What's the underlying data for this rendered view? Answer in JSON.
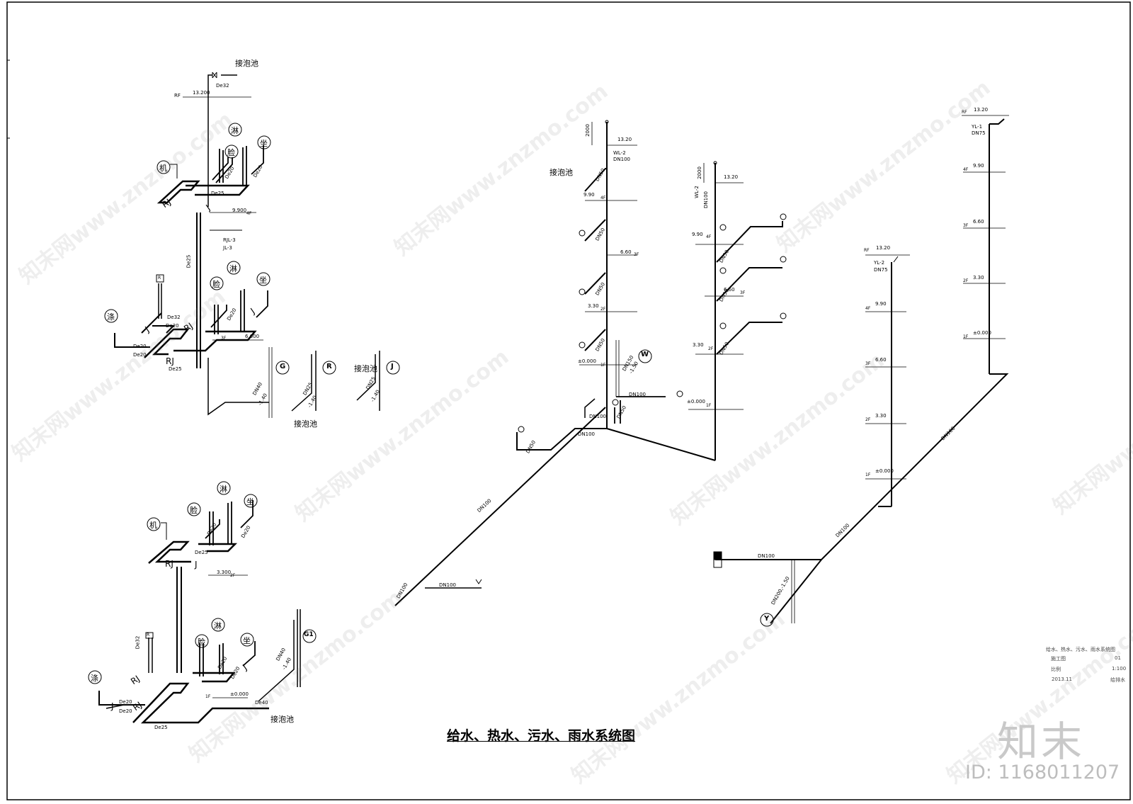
{
  "drawing": {
    "title": "给水、热水、污水、雨水系统图",
    "brand": "知末",
    "image_id": "ID: 1168011207",
    "watermark": "知末网www.znzmo.com"
  },
  "fixtures": {
    "shower": "淋",
    "basin": "脸",
    "toilet": "坐",
    "washer": "机",
    "sink": "涤",
    "rj": "RJ",
    "j": "J",
    "pool": "接泡池"
  },
  "left_system": {
    "top": {
      "level_rf": "RF",
      "elev_rf": "13.200",
      "pipe_de32": "De32",
      "pipe_de20a": "De20",
      "pipe_de20b": "De20",
      "pipe_de25": "De25",
      "elev_4f": "9.900",
      "floor_4f": "4F",
      "riser_rj": "RJL-3",
      "riser_jl": "JL-3"
    },
    "mid": {
      "pipe_de25": "De25",
      "pipe_de32": "De32",
      "pipe_de20a": "De20",
      "pipe_de20b": "De20",
      "pipe_de20c": "De20",
      "pipe_de20d": "De20",
      "pipe_de25b": "De25",
      "elev_3f": "6.600",
      "floor_3f": "3F",
      "pipe_dn40": "DN40",
      "elev_a": "-1.40",
      "pipe_dn25a": "DN25",
      "elev_b": "-1.40",
      "pipe_dn25b": "DN25",
      "elev_c": "-1.40",
      "tag_g": "G",
      "tag_r": "R",
      "tag_j": "J"
    },
    "bottom": {
      "pipe_de20a": "De20",
      "pipe_de20b": "De20",
      "pipe_de25": "De25",
      "elev_2f": "3.300",
      "floor_2f": "2F",
      "pipe_de32": "De32",
      "pipe_de20c": "De20",
      "pipe_de20d": "De20",
      "pipe_de20e": "De20",
      "pipe_de20f": "De20",
      "pipe_de25b": "De25",
      "elev_1f": "±0.000",
      "floor_1f": "1F",
      "pipe_de40": "De40",
      "pipe_dn40": "DN40",
      "elev_d": "-1.40",
      "tag_g1": "G1"
    }
  },
  "drain_system": {
    "wl2_a": {
      "dim_2000": "2000",
      "elev_top": "13.20",
      "id": "WL-2",
      "size": "DN100",
      "elev_4f": "9.90",
      "floor_4f": "4F",
      "elev_3f": "6.60",
      "floor_3f": "3F",
      "elev_2f": "3.30",
      "floor_2f": "2F",
      "elev_1f": "±0.000",
      "floor_1f": "1F",
      "branch_a": "DN50",
      "branch_b": "DN50",
      "branch_c": "DN50",
      "branch_d": "DN50",
      "tag_w": "W",
      "pipe_a": "DN150",
      "elev_w": "-1.50",
      "pipe_b": "DN100",
      "pipe_c": "DN100",
      "pipe_d": "DN100",
      "pipe_e": "DN50",
      "pipe_f": "DN50",
      "main": "DN100",
      "outlet": "DN100",
      "outlet_b": "DN100"
    },
    "wl2_b": {
      "dim_2000": "2000",
      "elev_top": "13.20",
      "id": "WL-2",
      "size": "DN100",
      "elev_4f": "9.90",
      "floor_4f": "4F",
      "elev_3f": "6.60",
      "floor_3f": "3F",
      "elev_2f": "3.30",
      "floor_2f": "2F",
      "elev_1f": "±0.000",
      "floor_1f": "1F",
      "branch_a": "DN50",
      "branch_b": "DN50",
      "branch_c": "DN50"
    }
  },
  "rain_system": {
    "yl2": {
      "level_rf": "RF",
      "elev_rf": "13.20",
      "id": "YL-2",
      "size": "DN75",
      "elev_4f": "9.90",
      "floor_4f": "4F",
      "elev_3f": "6.60",
      "floor_3f": "3F",
      "elev_2f": "3.30",
      "floor_2f": "2F",
      "elev_1f": "±0.000",
      "floor_1f": "1F",
      "main": "DN100",
      "outlet": "DN100",
      "pipe_y": "DN200,-1.50",
      "tag_y": "Y"
    },
    "yl1": {
      "level_rf": "RF",
      "elev_rf": "13.20",
      "id": "YL-1",
      "size": "DN75",
      "elev_4f": "9.90",
      "floor_4f": "4F",
      "elev_3f": "6.60",
      "floor_3f": "3F",
      "elev_2f": "3.30",
      "floor_2f": "2F",
      "elev_1f": "±0.000",
      "floor_1f": "1F",
      "main": "DN100"
    }
  },
  "title_block": {
    "line1": "给水、热水、污水、雨水系统图",
    "label_a": "施工图",
    "val_a": "01",
    "label_b": "比例",
    "val_b": "1:100",
    "label_c": "2013.11",
    "val_c": "给排水"
  }
}
